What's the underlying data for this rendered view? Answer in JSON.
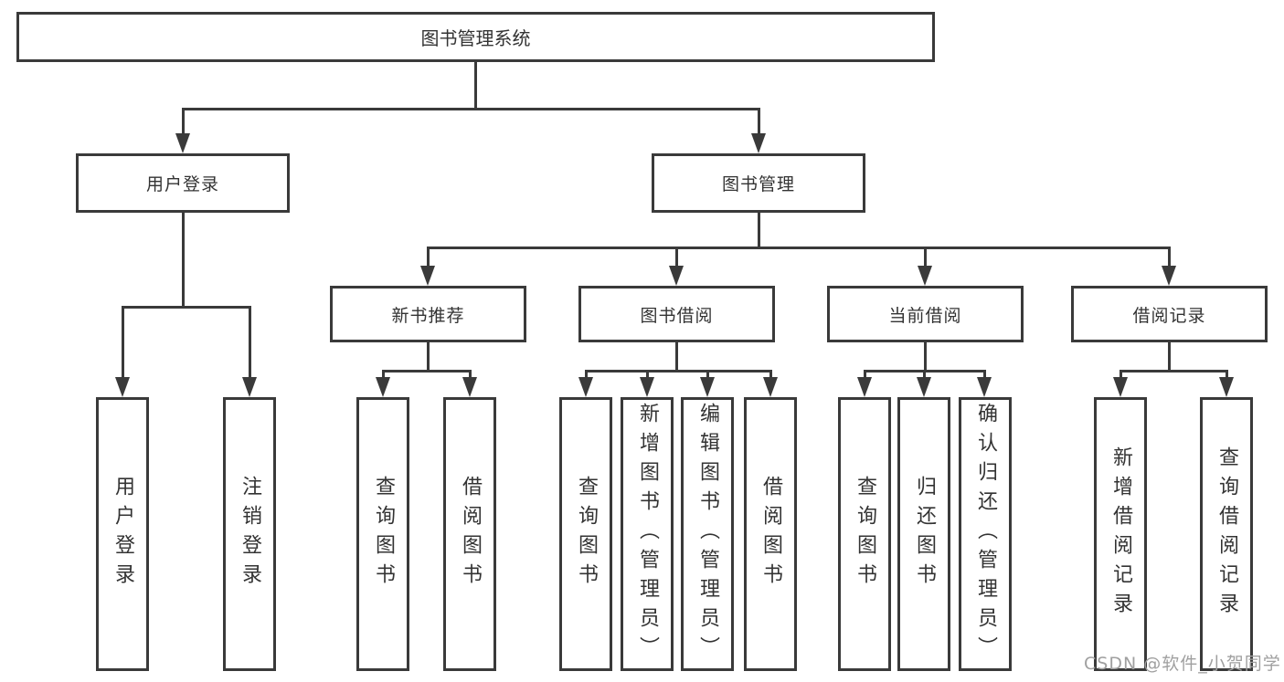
{
  "diagram": {
    "type": "hierarchy-tree",
    "orientation": "top-down",
    "tree": {
      "label": "图书管理系统",
      "children": [
        {
          "label": "用户登录",
          "children": [
            {
              "label": "用户登录"
            },
            {
              "label": "注销登录"
            }
          ]
        },
        {
          "label": "图书管理",
          "children": [
            {
              "label": "新书推荐",
              "children": [
                {
                  "label": "查询图书"
                },
                {
                  "label": "借阅图书"
                }
              ]
            },
            {
              "label": "图书借阅",
              "children": [
                {
                  "label": "查询图书"
                },
                {
                  "label": "新增图书（管理员）"
                },
                {
                  "label": "编辑图书（管理员）"
                },
                {
                  "label": "借阅图书"
                }
              ]
            },
            {
              "label": "当前借阅",
              "children": [
                {
                  "label": "查询图书"
                },
                {
                  "label": "归还图书"
                },
                {
                  "label": "确认归还（管理员）"
                }
              ]
            },
            {
              "label": "借阅记录",
              "children": [
                {
                  "label": "新增借阅记录"
                },
                {
                  "label": "查询借阅记录"
                }
              ]
            }
          ]
        }
      ]
    },
    "colors": {
      "line": "#3a3a3a",
      "box_border": "#3a3a3a",
      "box_fill": "#ffffff",
      "text": "#333333",
      "background": "#ffffff",
      "watermark": "#a0a0a0"
    }
  },
  "watermark": {
    "text": "CSDN @软件_小贺同学"
  }
}
